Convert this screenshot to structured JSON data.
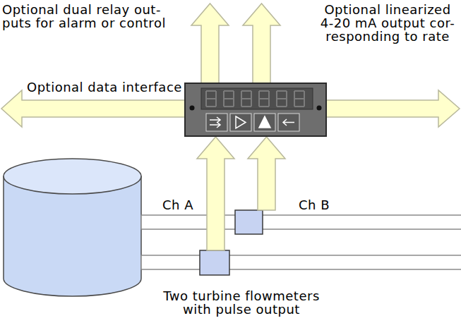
{
  "diagram": {
    "labels": [
      "Optional dual relay out- puts for alarm or control",
      "Optional linearized 4-20 mA output cor- responding to rate",
      "Optional data interface",
      "Ch A",
      "Ch B",
      "Two turbine flowmeters with pulse output"
    ]
  }
}
